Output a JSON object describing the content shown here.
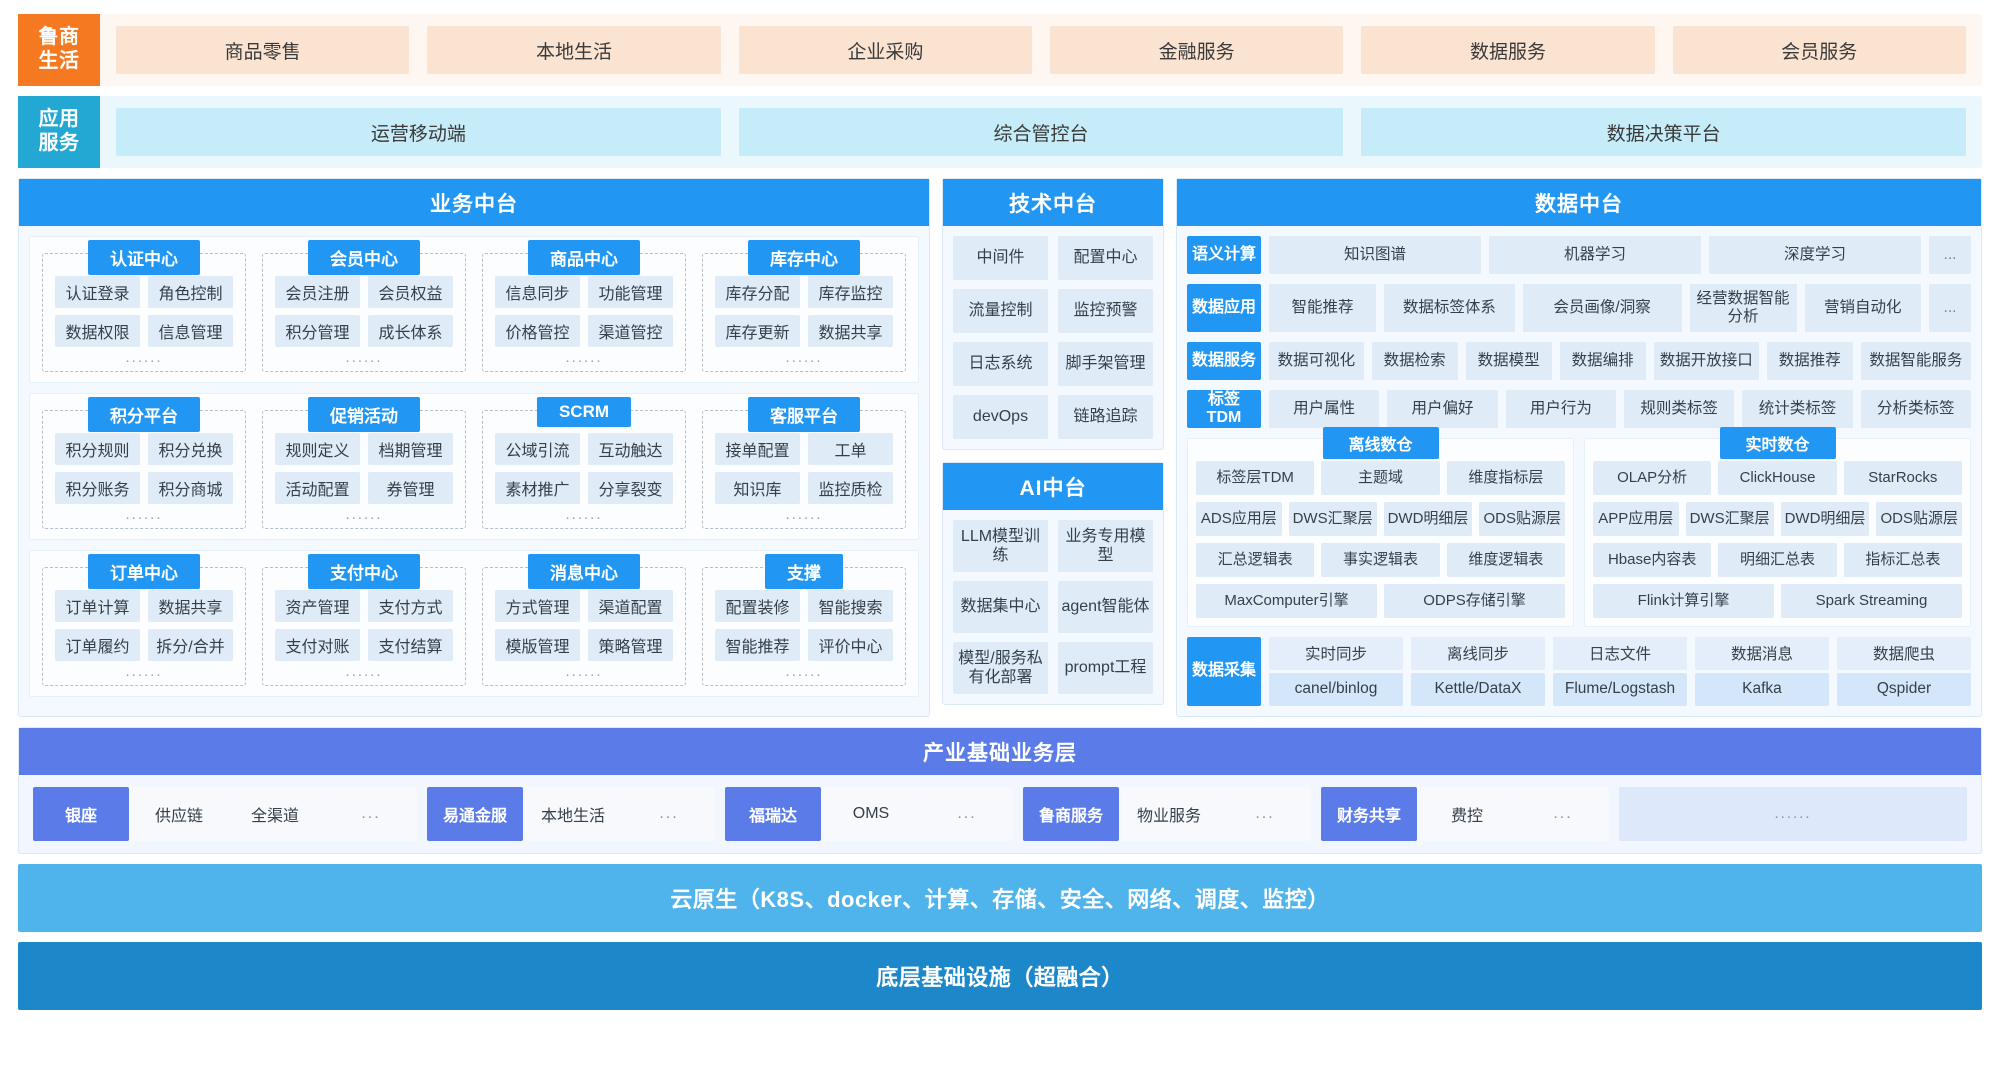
{
  "retail_band": {
    "tag": "鲁商\n生活",
    "tag_line1": "鲁商",
    "tag_line2": "生活",
    "items": [
      "商品零售",
      "本地生活",
      "企业采购",
      "金融服务",
      "数据服务",
      "会员服务"
    ]
  },
  "app_band": {
    "tag_line1": "应用",
    "tag_line2": "服务",
    "items": [
      "运营移动端",
      "综合管控台",
      "数据决策平台"
    ]
  },
  "business": {
    "title": "业务中台",
    "dots": "......",
    "groups": [
      [
        {
          "head": "认证中心",
          "cells": [
            "认证登录",
            "角色控制",
            "数据权限",
            "信息管理"
          ]
        },
        {
          "head": "会员中心",
          "cells": [
            "会员注册",
            "会员权益",
            "积分管理",
            "成长体系"
          ]
        },
        {
          "head": "商品中心",
          "cells": [
            "信息同步",
            "功能管理",
            "价格管控",
            "渠道管控"
          ]
        },
        {
          "head": "库存中心",
          "cells": [
            "库存分配",
            "库存监控",
            "库存更新",
            "数据共享"
          ]
        }
      ],
      [
        {
          "head": "积分平台",
          "cells": [
            "积分规则",
            "积分兑换",
            "积分账务",
            "积分商城"
          ]
        },
        {
          "head": "促销活动",
          "cells": [
            "规则定义",
            "档期管理",
            "活动配置",
            "券管理"
          ]
        },
        {
          "head": "SCRM",
          "cells": [
            "公域引流",
            "互动触达",
            "素材推广",
            "分享裂变"
          ]
        },
        {
          "head": "客服平台",
          "cells": [
            "接单配置",
            "工单",
            "知识库",
            "监控质检"
          ]
        }
      ],
      [
        {
          "head": "订单中心",
          "cells": [
            "订单计算",
            "数据共享",
            "订单履约",
            "拆分/合并"
          ]
        },
        {
          "head": "支付中心",
          "cells": [
            "资产管理",
            "支付方式",
            "支付对账",
            "支付结算"
          ]
        },
        {
          "head": "消息中心",
          "cells": [
            "方式管理",
            "渠道配置",
            "模版管理",
            "策略管理"
          ]
        },
        {
          "head": "支撑",
          "cells": [
            "配置装修",
            "智能搜索",
            "智能推荐",
            "评价中心"
          ]
        }
      ]
    ]
  },
  "tech": {
    "title": "技术中台",
    "cells": [
      "中间件",
      "配置中心",
      "流量控制",
      "监控预警",
      "日志系统",
      "脚手架管理",
      "devOps",
      "链路追踪"
    ]
  },
  "ai": {
    "title": "AI中台",
    "cells": [
      "LLM模型训练",
      "业务专用模型",
      "数据集中心",
      "agent智能体",
      "模型/服务私有化部署",
      "prompt工程"
    ]
  },
  "data": {
    "title": "数据中台",
    "rows": [
      {
        "tag": "语义计算",
        "cells": [
          "知识图谱",
          "机器学习",
          "深度学习"
        ],
        "ellipsis": "..."
      },
      {
        "tag": "数据应用",
        "cells": [
          "智能推荐",
          "数据标签体系",
          "会员画像/洞察",
          "经营数据智能分析",
          "营销自动化"
        ],
        "ellipsis": "..."
      },
      {
        "tag": "数据服务",
        "cells": [
          "数据可视化",
          "数据检索",
          "数据模型",
          "数据编排",
          "数据开放接口",
          "数据推荐",
          "数据智能服务"
        ],
        "ellipsis": ""
      },
      {
        "tag": "标签TDM",
        "tag_line1": "标签",
        "tag_line2": "TDM",
        "cells": [
          "用户属性",
          "用户偏好",
          "用户行为",
          "规则类标签",
          "统计类标签",
          "分析类标签"
        ],
        "ellipsis": ""
      }
    ],
    "warehouses": [
      {
        "head": "离线数仓",
        "lines": [
          [
            "标签层TDM",
            "主题域",
            "维度指标层"
          ],
          [
            "ADS应用层",
            "DWS汇聚层",
            "DWD明细层",
            "ODS贴源层"
          ],
          [
            "汇总逻辑表",
            "事实逻辑表",
            "维度逻辑表"
          ],
          [
            "MaxComputer引擎",
            "ODPS存储引擎"
          ]
        ]
      },
      {
        "head": "实时数仓",
        "lines": [
          [
            "OLAP分析",
            "ClickHouse",
            "StarRocks"
          ],
          [
            "APP应用层",
            "DWS汇聚层",
            "DWD明细层",
            "ODS贴源层"
          ],
          [
            "Hbase内容表",
            "明细汇总表",
            "指标汇总表"
          ],
          [
            "Flink计算引擎",
            "Spark Streaming"
          ]
        ]
      }
    ],
    "collect": {
      "tag": "数据采集",
      "columns": [
        {
          "top": "实时同步",
          "bottom": "canel/binlog"
        },
        {
          "top": "离线同步",
          "bottom": "Kettle/DataX"
        },
        {
          "top": "日志文件",
          "bottom": "Flume/Logstash"
        },
        {
          "top": "数据消息",
          "bottom": "Kafka"
        },
        {
          "top": "数据爬虫",
          "bottom": "Qspider"
        }
      ]
    }
  },
  "industry": {
    "title": "产业基础业务层",
    "groups": [
      {
        "lead": "银座",
        "cells": [
          "供应链",
          "全渠道",
          "..."
        ]
      },
      {
        "lead": "易通金服",
        "cells": [
          "本地生活",
          "..."
        ]
      },
      {
        "lead": "福瑞达",
        "cells": [
          "OMS",
          "..."
        ]
      },
      {
        "lead": "鲁商服务",
        "cells": [
          "物业服务",
          "..."
        ]
      },
      {
        "lead": "财务共享",
        "cells": [
          "费控",
          "..."
        ]
      }
    ],
    "tail": "......"
  },
  "cloud": {
    "label": "云原生（K8S、docker、计算、存储、安全、网络、调度、监控）"
  },
  "infra": {
    "label": "底层基础设施（超融合）"
  }
}
